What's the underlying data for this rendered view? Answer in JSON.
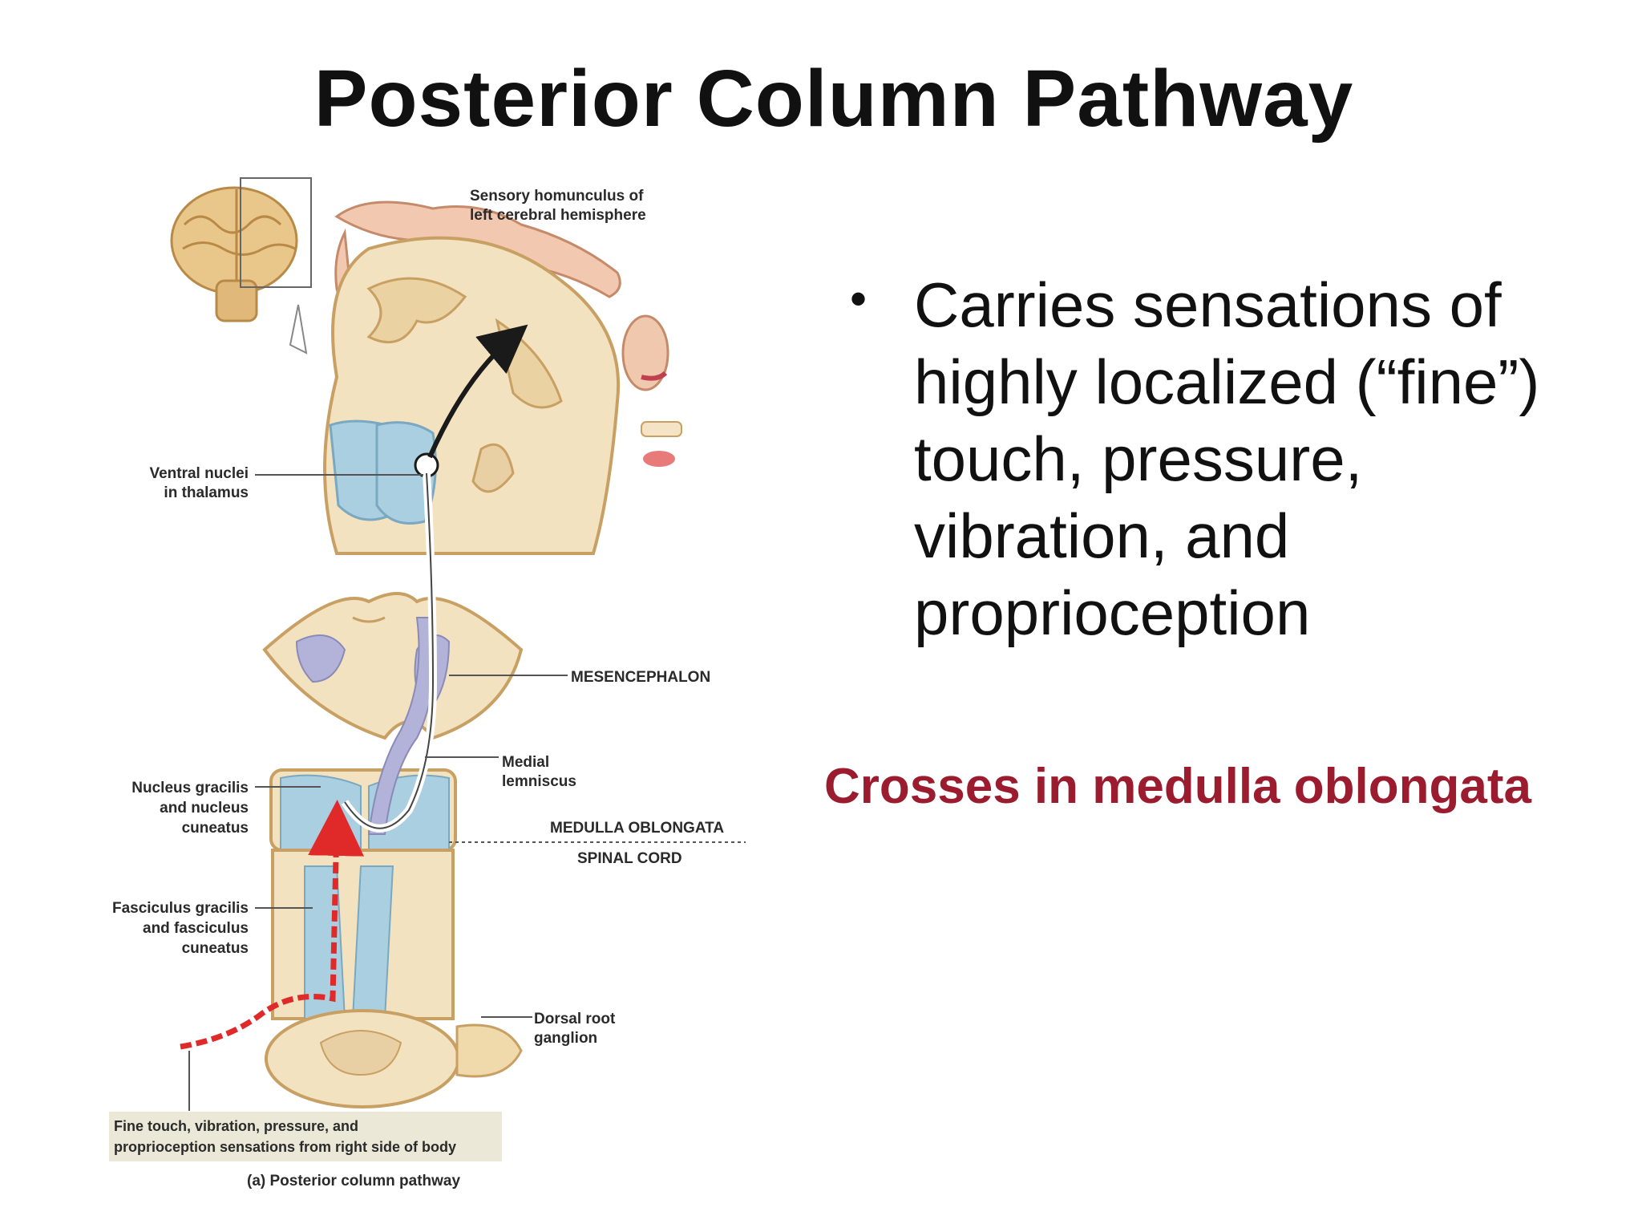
{
  "slide": {
    "title": "Posterior Column Pathway",
    "bullet_lines": [
      "Carries sensations of",
      "highly localized (“fine”)",
      "touch, pressure,",
      "vibration, and",
      "proprioception"
    ],
    "note": "Crosses in medulla oblongata"
  },
  "figure": {
    "labels": {
      "homunculus_1": "Sensory homunculus of",
      "homunculus_2": "left cerebral hemisphere",
      "thalamus_1": "Ventral nuclei",
      "thalamus_2": "in thalamus",
      "mesencephalon": "MESENCEPHALON",
      "lemniscus_1": "Medial",
      "lemniscus_2": "lemniscus",
      "gracilis_1": "Nucleus gracilis",
      "gracilis_2": "and nucleus",
      "gracilis_3": "cuneatus",
      "medulla": "MEDULLA OBLONGATA",
      "spinal": "SPINAL CORD",
      "fasciculus_1": "Fasciculus gracilis",
      "fasciculus_2": "and fasciculus",
      "fasciculus_3": "cuneatus",
      "ganglion_1": "Dorsal root",
      "ganglion_2": "ganglion",
      "sensation_1": "Fine touch, vibration, pressure, and",
      "sensation_2": "proprioception sensations from right side of body",
      "caption": "(a) Posterior column pathway"
    },
    "colors": {
      "tissue": "#f3e2bf",
      "tissue_edge": "#c9a064",
      "nucleus_blue": "#a9cfe0",
      "lemniscus_purple": "#b3b3d9",
      "pathway_red": "#e02a2a",
      "pathway_black": "#1a1a1a",
      "note_red": "#9b1c2e"
    }
  }
}
